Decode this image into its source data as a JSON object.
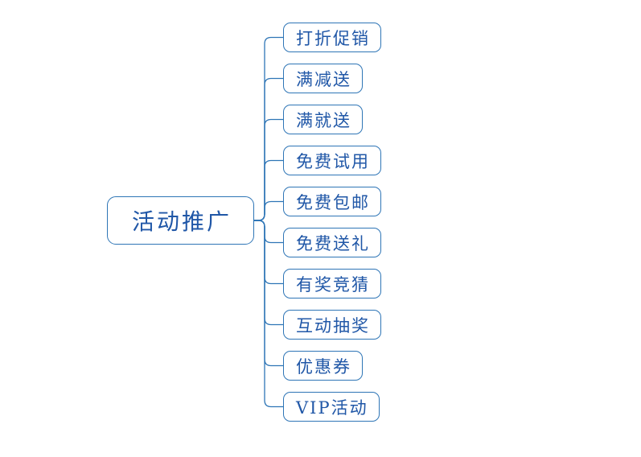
{
  "mindmap": {
    "root_label": "活动推广",
    "children": [
      "打折促销",
      "满减送",
      "满就送",
      "免费试用",
      "免费包邮",
      "免费送礼",
      "有奖竞猜",
      "互动抽奖",
      "优惠券",
      "VIP活动"
    ]
  },
  "colors": {
    "node_border": "#2E75B6",
    "node_text": "#2057A7",
    "connector_line": "#2E75B6",
    "background": "#FFFFFF"
  }
}
